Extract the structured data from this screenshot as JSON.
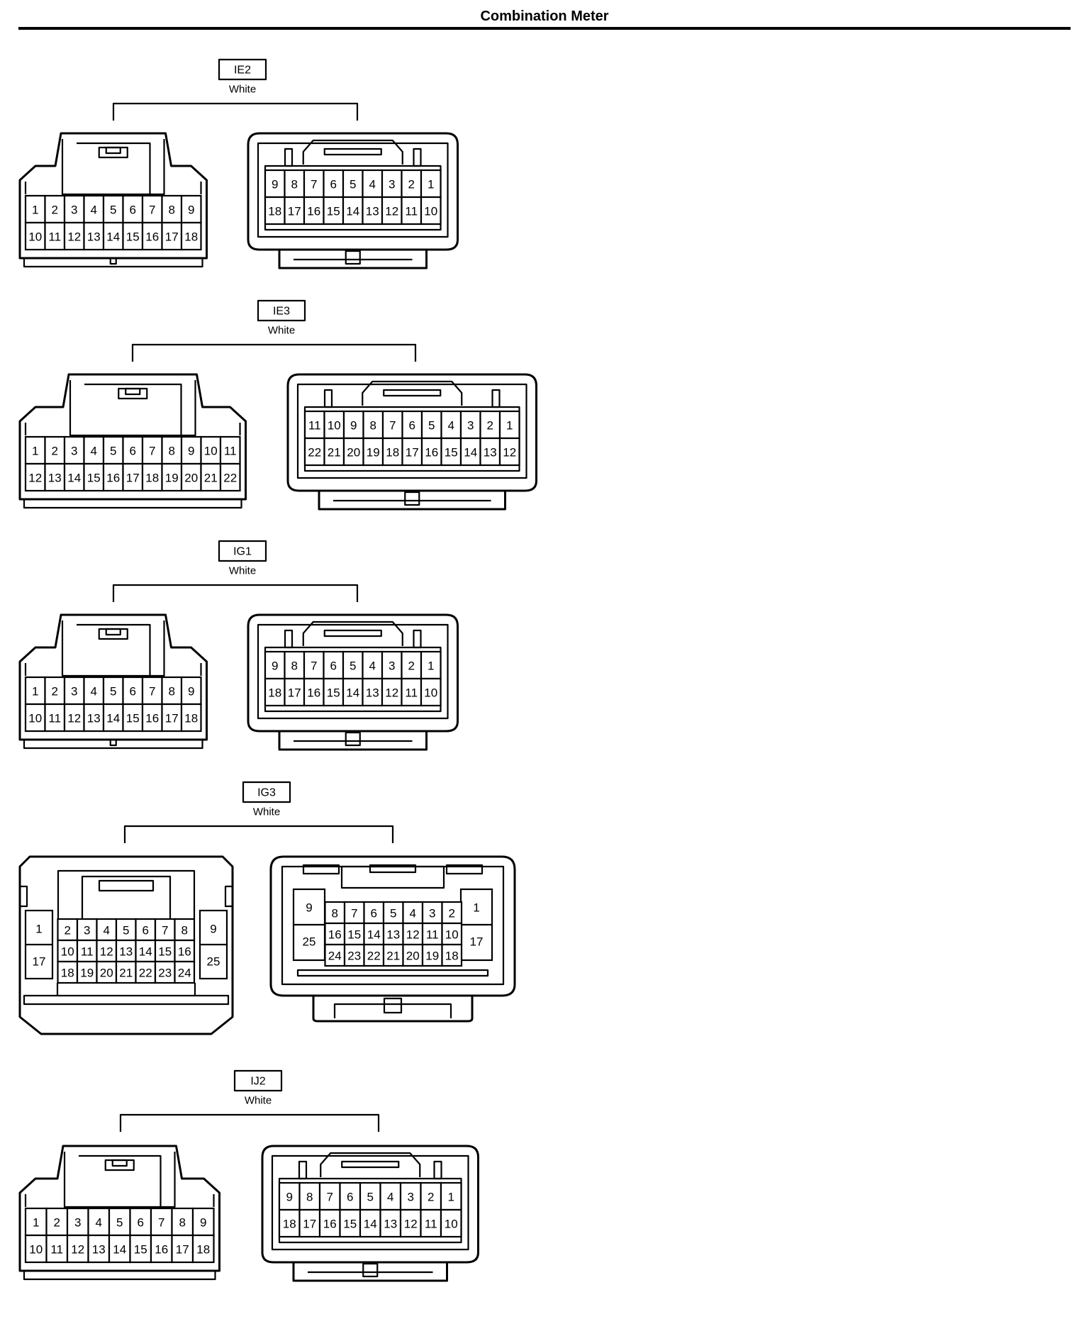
{
  "page": {
    "title": "Combination Meter"
  },
  "connectors": [
    {
      "id": "IE2",
      "color": "White",
      "male": {
        "rows": [
          [
            "1",
            "2",
            "3",
            "4",
            "5",
            "6",
            "7",
            "8",
            "9"
          ],
          [
            "10",
            "11",
            "12",
            "13",
            "14",
            "15",
            "16",
            "17",
            "18"
          ]
        ]
      },
      "female": {
        "rows": [
          [
            "9",
            "8",
            "7",
            "6",
            "5",
            "4",
            "3",
            "2",
            "1"
          ],
          [
            "18",
            "17",
            "16",
            "15",
            "14",
            "13",
            "12",
            "11",
            "10"
          ]
        ]
      }
    },
    {
      "id": "IE3",
      "color": "White",
      "male": {
        "rows": [
          [
            "1",
            "2",
            "3",
            "4",
            "5",
            "6",
            "7",
            "8",
            "9",
            "10",
            "11"
          ],
          [
            "12",
            "13",
            "14",
            "15",
            "16",
            "17",
            "18",
            "19",
            "20",
            "21",
            "22"
          ]
        ]
      },
      "female": {
        "rows": [
          [
            "11",
            "10",
            "9",
            "8",
            "7",
            "6",
            "5",
            "4",
            "3",
            "2",
            "1"
          ],
          [
            "22",
            "21",
            "20",
            "19",
            "18",
            "17",
            "16",
            "15",
            "14",
            "13",
            "12"
          ]
        ]
      }
    },
    {
      "id": "IG1",
      "color": "White",
      "male": {
        "rows": [
          [
            "1",
            "2",
            "3",
            "4",
            "5",
            "6",
            "7",
            "8",
            "9"
          ],
          [
            "10",
            "11",
            "12",
            "13",
            "14",
            "15",
            "16",
            "17",
            "18"
          ]
        ]
      },
      "female": {
        "rows": [
          [
            "9",
            "8",
            "7",
            "6",
            "5",
            "4",
            "3",
            "2",
            "1"
          ],
          [
            "18",
            "17",
            "16",
            "15",
            "14",
            "13",
            "12",
            "11",
            "10"
          ]
        ]
      }
    },
    {
      "id": "IG3",
      "color": "White",
      "male": {
        "side_left": [
          "1",
          "17"
        ],
        "side_right": [
          "9",
          "25"
        ],
        "rows": [
          [
            "2",
            "3",
            "4",
            "5",
            "6",
            "7",
            "8"
          ],
          [
            "10",
            "11",
            "12",
            "13",
            "14",
            "15",
            "16"
          ],
          [
            "18",
            "19",
            "20",
            "21",
            "22",
            "23",
            "24"
          ]
        ]
      },
      "female": {
        "side_left": [
          "9",
          "25"
        ],
        "side_right": [
          "1",
          "17"
        ],
        "rows": [
          [
            "8",
            "7",
            "6",
            "5",
            "4",
            "3",
            "2"
          ],
          [
            "16",
            "15",
            "14",
            "13",
            "12",
            "11",
            "10"
          ],
          [
            "24",
            "23",
            "22",
            "21",
            "20",
            "19",
            "18"
          ]
        ]
      }
    },
    {
      "id": "IJ2",
      "color": "White",
      "male": {
        "rows": [
          [
            "1",
            "2",
            "3",
            "4",
            "5",
            "6",
            "7",
            "8",
            "9"
          ],
          [
            "10",
            "11",
            "12",
            "13",
            "14",
            "15",
            "16",
            "17",
            "18"
          ]
        ]
      },
      "female": {
        "rows": [
          [
            "9",
            "8",
            "7",
            "6",
            "5",
            "4",
            "3",
            "2",
            "1"
          ],
          [
            "18",
            "17",
            "16",
            "15",
            "14",
            "13",
            "12",
            "11",
            "10"
          ]
        ]
      }
    }
  ]
}
